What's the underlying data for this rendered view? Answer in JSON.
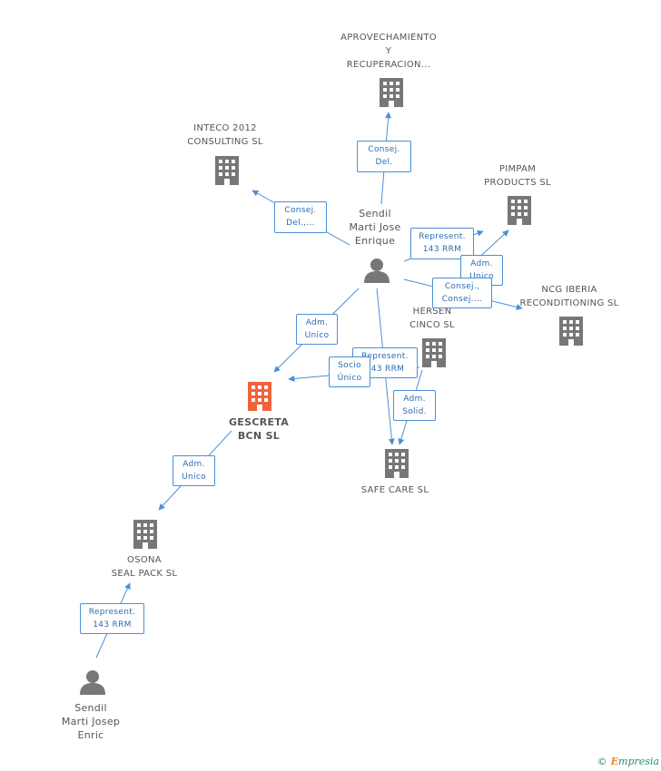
{
  "colors": {
    "edge": "#4a8fd8",
    "company": "#777777",
    "focus": "#f0633a",
    "person": "#777777",
    "text": "#555555"
  },
  "nodes": {
    "aprovechamiento": {
      "lines": [
        "APROVECHAMIENTO",
        "Y",
        "RECUPERACION..."
      ],
      "icon": "building-icon"
    },
    "inteco": {
      "lines": [
        "INTECO 2012",
        "CONSULTING SL"
      ],
      "icon": "building-icon"
    },
    "pimpam": {
      "lines": [
        "PIMPAM",
        "PRODUCTS  SL"
      ],
      "icon": "building-icon"
    },
    "sendil_jose": {
      "lines": [
        "Sendil",
        "Marti Jose",
        "Enrique"
      ],
      "icon": "person-icon"
    },
    "ncg": {
      "lines": [
        "NCG IBERIA",
        "RECONDITIONING SL"
      ],
      "icon": "building-icon"
    },
    "hersen": {
      "lines": [
        "HERSEN",
        "CINCO SL"
      ],
      "icon": "building-icon"
    },
    "gescreta": {
      "lines": [
        "GESCRETA",
        "BCN  SL"
      ],
      "icon": "building-icon"
    },
    "safecare": {
      "lines": [
        "SAFE CARE  SL"
      ],
      "icon": "building-icon"
    },
    "osona": {
      "lines": [
        "OSONA",
        "SEAL PACK SL"
      ],
      "icon": "building-icon"
    },
    "sendil_josep": {
      "lines": [
        "Sendil",
        "Marti Josep",
        "Enric"
      ],
      "icon": "person-icon"
    }
  },
  "edges": [
    {
      "lines": [
        "Consej.",
        "Del."
      ]
    },
    {
      "lines": [
        "Consej.",
        "Del.,..."
      ]
    },
    {
      "lines": [
        "Represent.",
        "143 RRM"
      ]
    },
    {
      "lines": [
        "Adm.",
        "Unico"
      ]
    },
    {
      "lines": [
        "Consej.,",
        "Consej...."
      ]
    },
    {
      "lines": [
        "Adm.",
        "Unico"
      ]
    },
    {
      "lines": [
        "Represent.",
        "143 RRM"
      ]
    },
    {
      "lines": [
        "Socio",
        "Único"
      ]
    },
    {
      "lines": [
        "Adm.",
        "Solid."
      ]
    },
    {
      "lines": [
        "Adm.",
        "Unico"
      ]
    },
    {
      "lines": [
        "Represent.",
        "143 RRM"
      ]
    }
  ],
  "footer": {
    "copyright": "©",
    "brand_initial": "E",
    "brand_rest": "mpresia"
  }
}
